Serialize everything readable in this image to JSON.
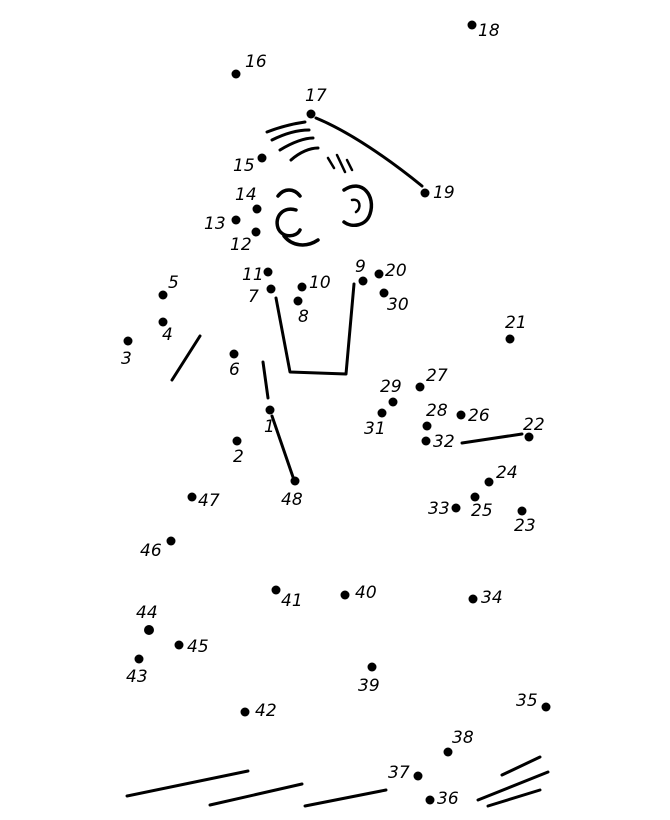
{
  "puzzle": {
    "ink_color": "#000000",
    "background": "#ffffff",
    "dots": [
      {
        "n": "1"
      },
      {
        "n": "2"
      },
      {
        "n": "3"
      },
      {
        "n": "4"
      },
      {
        "n": "5"
      },
      {
        "n": "6"
      },
      {
        "n": "7"
      },
      {
        "n": "8"
      },
      {
        "n": "9"
      },
      {
        "n": "10"
      },
      {
        "n": "11"
      },
      {
        "n": "12"
      },
      {
        "n": "13"
      },
      {
        "n": "14"
      },
      {
        "n": "15"
      },
      {
        "n": "16"
      },
      {
        "n": "17"
      },
      {
        "n": "18"
      },
      {
        "n": "19"
      },
      {
        "n": "20"
      },
      {
        "n": "21"
      },
      {
        "n": "22"
      },
      {
        "n": "23"
      },
      {
        "n": "24"
      },
      {
        "n": "25"
      },
      {
        "n": "26"
      },
      {
        "n": "27"
      },
      {
        "n": "28"
      },
      {
        "n": "29"
      },
      {
        "n": "30"
      },
      {
        "n": "31"
      },
      {
        "n": "32"
      },
      {
        "n": "33"
      },
      {
        "n": "34"
      },
      {
        "n": "35"
      },
      {
        "n": "36"
      },
      {
        "n": "37"
      },
      {
        "n": "38"
      },
      {
        "n": "39"
      },
      {
        "n": "40"
      },
      {
        "n": "41"
      },
      {
        "n": "42"
      },
      {
        "n": "43"
      },
      {
        "n": "44"
      },
      {
        "n": "45"
      },
      {
        "n": "46"
      },
      {
        "n": "47"
      },
      {
        "n": "48"
      }
    ]
  }
}
